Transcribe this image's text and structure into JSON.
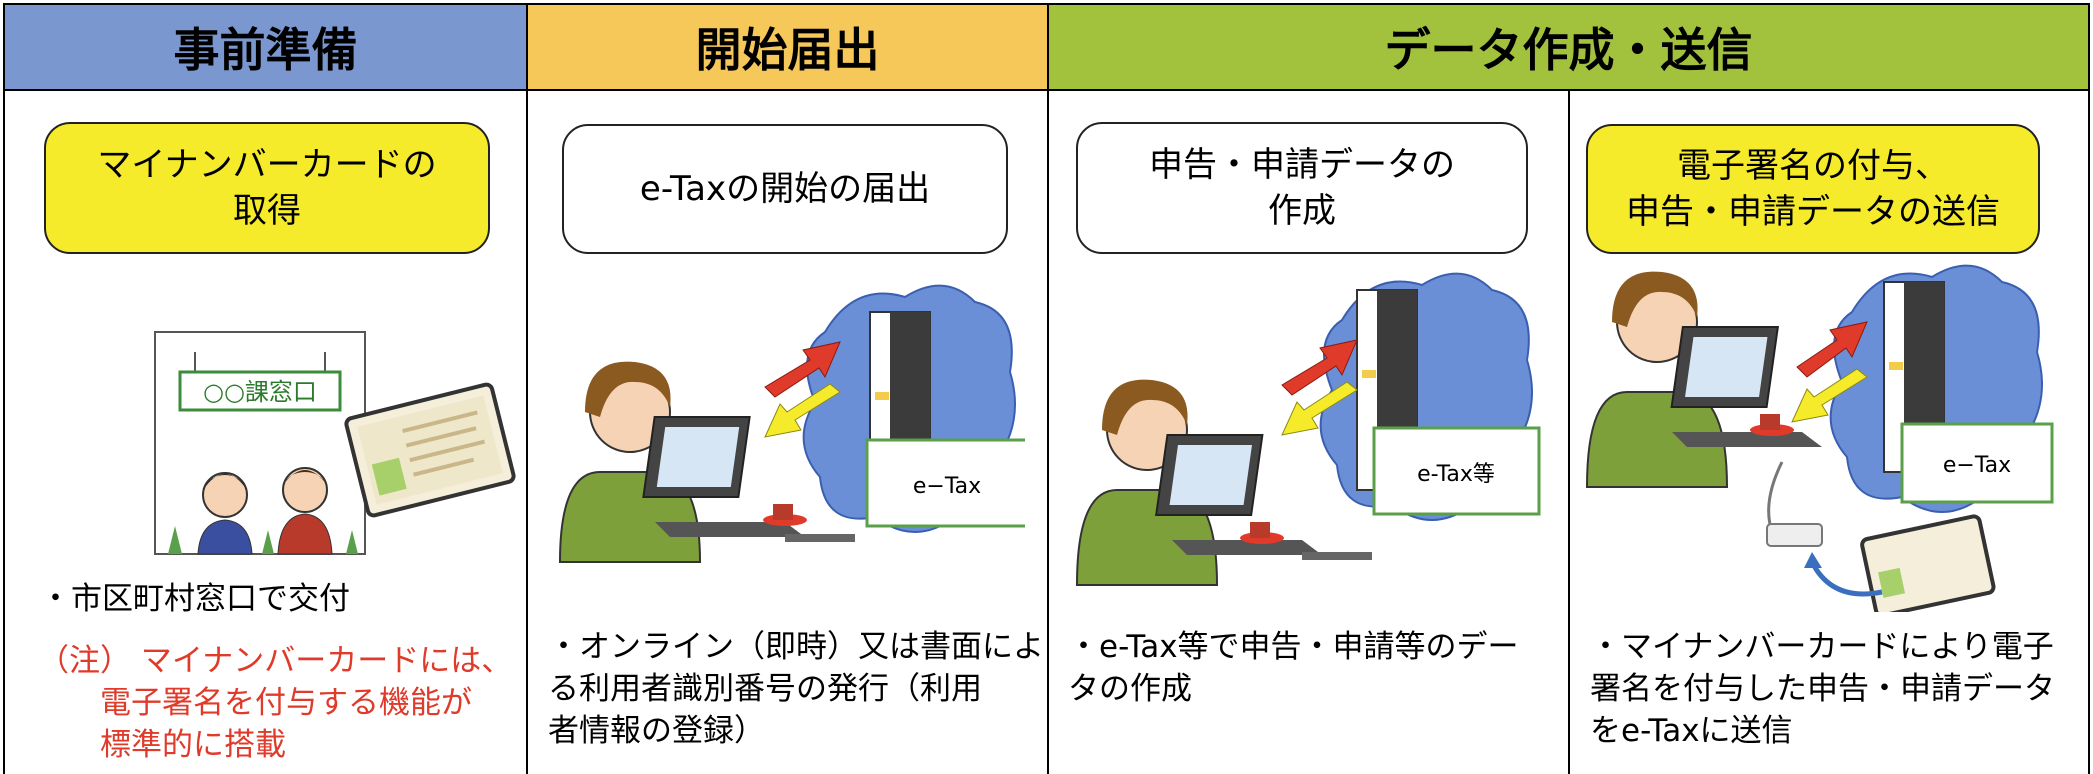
{
  "headers": [
    {
      "label": "事前準備",
      "color": "#7a97cf"
    },
    {
      "label": "開始届出",
      "color": "#f6c85a"
    },
    {
      "label": "データ作成・送信",
      "color": "#a2c13d"
    }
  ],
  "steps": [
    {
      "title": "マイナンバーカードの\n取得",
      "box_color": "#f5eb2a",
      "desc": "・市区町村窓口で交付",
      "note": "（注） マイナンバーカードには、\n　　電子署名を付与する機能が\n　　標準的に搭載"
    },
    {
      "title": "e-Taxの開始の届出",
      "box_color": "#ffffff",
      "desc": "・オンライン（即時）又は書面によ\nる利用者識別番号の発行（利用\n者情報の登録）"
    },
    {
      "title": "申告・申請データの\n作成",
      "box_color": "#ffffff",
      "desc": "・e-Tax等で申告・申請等のデー\nタの作成"
    },
    {
      "title": "電子署名の付与、\n申告・申請データの送信",
      "box_color": "#f5eb2a",
      "desc": "・マイナンバーカードにより電子\n署名を付与した申告・申請データ\nをe-Taxに送信"
    }
  ],
  "illustrations": {
    "counter_sign": "○○課窓口",
    "server_labels": [
      "e−Tax",
      "e-Tax等",
      "e−Tax"
    ]
  }
}
